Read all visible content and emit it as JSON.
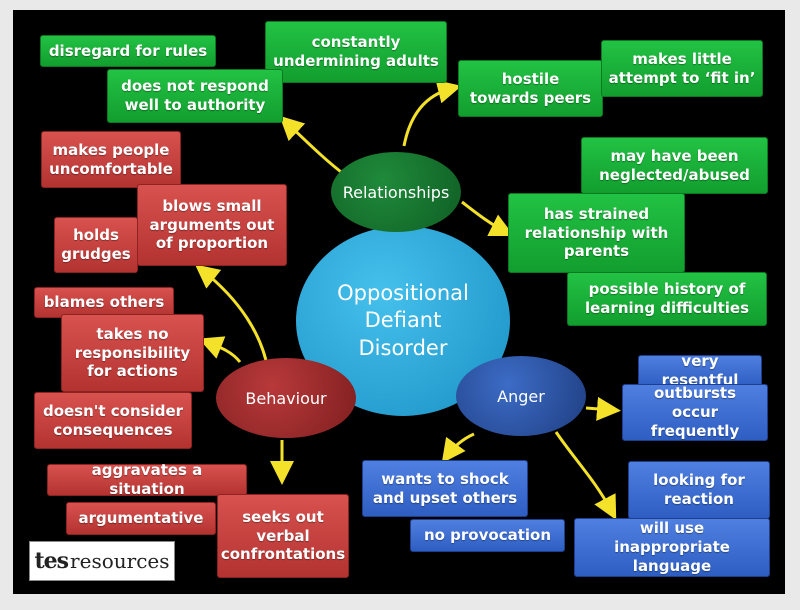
{
  "center": {
    "lines": [
      "Oppositional",
      "Defiant",
      "Disorder"
    ]
  },
  "hubs": {
    "relationships": "Relationships",
    "behaviour": "Behaviour",
    "anger": "Anger"
  },
  "relationships_boxes": [
    "disregard for rules",
    "constantly undermining adults",
    "does not respond well to authority",
    "hostile towards peers",
    "makes little attempt to ‘fit in’",
    "may have been neglected/abused",
    "has strained relationship with parents",
    "possible history of learning difficulties"
  ],
  "behaviour_boxes": [
    "makes people uncomfortable",
    "blows small arguments out of proportion",
    "holds grudges",
    "blames others",
    "takes no responsibility for actions",
    "doesn't consider consequences",
    "aggravates a situation",
    "argumentative",
    "seeks out verbal confrontations"
  ],
  "anger_boxes": [
    "very resentful",
    "outbursts occur frequently",
    "wants to shock and upset others",
    "no provocation",
    "looking for reaction",
    "will use inappropriate language"
  ],
  "logo": {
    "brand": "tes",
    "suffix": "resources"
  },
  "colors": {
    "background": "#000000",
    "green": "#1db33b",
    "red": "#c8403e",
    "blue": "#3b6fd6",
    "center": "#2aa8dc",
    "arrow": "#f3e12a"
  }
}
